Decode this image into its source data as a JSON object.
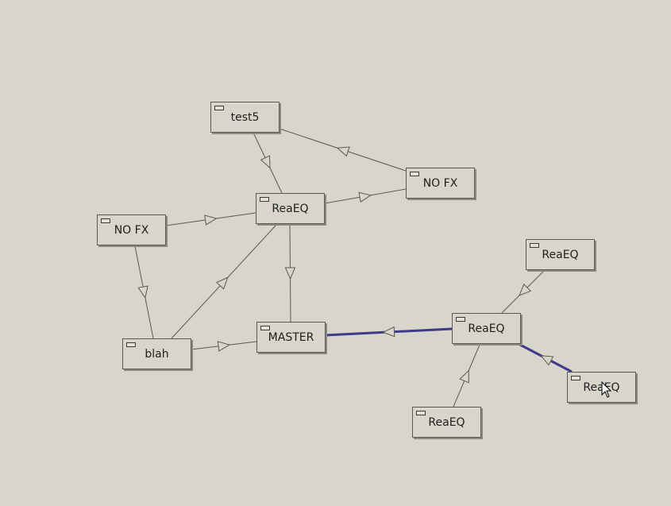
{
  "nodes": [
    {
      "id": "test5",
      "label": "test5"
    },
    {
      "id": "nofx_r",
      "label": "NO FX"
    },
    {
      "id": "reaeq_c",
      "label": "ReaEQ"
    },
    {
      "id": "nofx_l",
      "label": "NO FX"
    },
    {
      "id": "blah",
      "label": "blah"
    },
    {
      "id": "master",
      "label": "MASTER"
    },
    {
      "id": "reaeq_tr",
      "label": "ReaEQ"
    },
    {
      "id": "reaeq_m",
      "label": "ReaEQ"
    },
    {
      "id": "reaeq_br",
      "label": "ReaEQ"
    },
    {
      "id": "reaeq_b",
      "label": "ReaEQ"
    }
  ],
  "edges": [
    {
      "from": "test5",
      "to": "reaeq_c",
      "selected": false
    },
    {
      "from": "nofx_r",
      "to": "test5",
      "selected": false
    },
    {
      "from": "reaeq_c",
      "to": "nofx_r",
      "selected": false
    },
    {
      "from": "nofx_l",
      "to": "reaeq_c",
      "selected": false
    },
    {
      "from": "reaeq_c",
      "to": "master",
      "selected": false
    },
    {
      "from": "nofx_l",
      "to": "blah",
      "selected": false
    },
    {
      "from": "blah",
      "to": "reaeq_c",
      "selected": false
    },
    {
      "from": "blah",
      "to": "master",
      "selected": false
    },
    {
      "from": "reaeq_m",
      "to": "master",
      "selected": true
    },
    {
      "from": "reaeq_tr",
      "to": "reaeq_m",
      "selected": false
    },
    {
      "from": "reaeq_br",
      "to": "reaeq_m",
      "selected": true
    },
    {
      "from": "reaeq_b",
      "to": "reaeq_m",
      "selected": false
    }
  ],
  "colors": {
    "background": "#d8d5ca",
    "edge": "#5a5a52",
    "selected_edge": "#3e3a8c",
    "node_border": "#5a5a52"
  },
  "icons": {
    "bypass": "bypass-toggle-icon",
    "cursor": "mouse-pointer-icon"
  }
}
